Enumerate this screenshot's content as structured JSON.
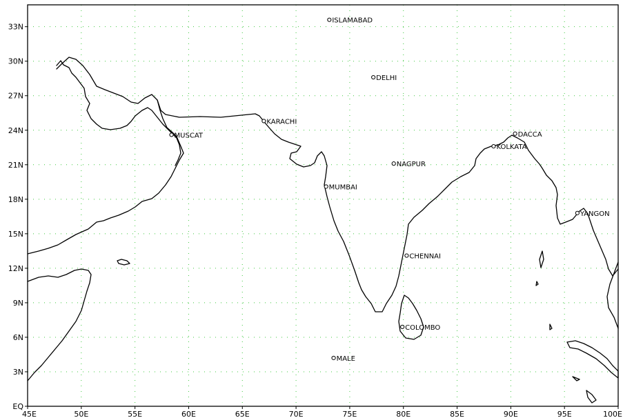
{
  "map": {
    "lon_range": [
      45,
      100
    ],
    "lat_range": [
      0,
      35
    ],
    "grid_color": "#3cc83c",
    "coast_color": "#000000",
    "x_ticks": [
      {
        "value": 45,
        "label": "45E"
      },
      {
        "value": 50,
        "label": "50E"
      },
      {
        "value": 55,
        "label": "55E"
      },
      {
        "value": 60,
        "label": "60E"
      },
      {
        "value": 65,
        "label": "65E"
      },
      {
        "value": 70,
        "label": "70E"
      },
      {
        "value": 75,
        "label": "75E"
      },
      {
        "value": 80,
        "label": "80E"
      },
      {
        "value": 85,
        "label": "85E"
      },
      {
        "value": 90,
        "label": "90E"
      },
      {
        "value": 95,
        "label": "95E"
      },
      {
        "value": 100,
        "label": "100E"
      }
    ],
    "y_ticks": [
      {
        "value": 0,
        "label": "EQ"
      },
      {
        "value": 3,
        "label": "3N"
      },
      {
        "value": 6,
        "label": "6N"
      },
      {
        "value": 9,
        "label": "9N"
      },
      {
        "value": 12,
        "label": "12N"
      },
      {
        "value": 15,
        "label": "15N"
      },
      {
        "value": 18,
        "label": "18N"
      },
      {
        "value": 21,
        "label": "21N"
      },
      {
        "value": 24,
        "label": "24N"
      },
      {
        "value": 27,
        "label": "27N"
      },
      {
        "value": 30,
        "label": "30N"
      },
      {
        "value": 33,
        "label": "33N"
      }
    ],
    "cities": [
      {
        "name": "ISLAMABAD",
        "lon": 73.1,
        "lat": 33.6
      },
      {
        "name": "DELHI",
        "lon": 77.2,
        "lat": 28.6
      },
      {
        "name": "KARACHI",
        "lon": 67.0,
        "lat": 24.8
      },
      {
        "name": "MUSCAT",
        "lon": 58.4,
        "lat": 23.6
      },
      {
        "name": "DACCA",
        "lon": 90.4,
        "lat": 23.7
      },
      {
        "name": "KOLKATA",
        "lon": 88.4,
        "lat": 22.6
      },
      {
        "name": "NAGPUR",
        "lon": 79.1,
        "lat": 21.1
      },
      {
        "name": "MUMBAI",
        "lon": 72.8,
        "lat": 19.1
      },
      {
        "name": "YANGON",
        "lon": 96.2,
        "lat": 16.8
      },
      {
        "name": "CHENNAI",
        "lon": 80.3,
        "lat": 13.1
      },
      {
        "name": "COLOMBO",
        "lon": 79.9,
        "lat": 6.9
      },
      {
        "name": "MALE",
        "lon": 73.5,
        "lat": 4.2
      }
    ]
  }
}
